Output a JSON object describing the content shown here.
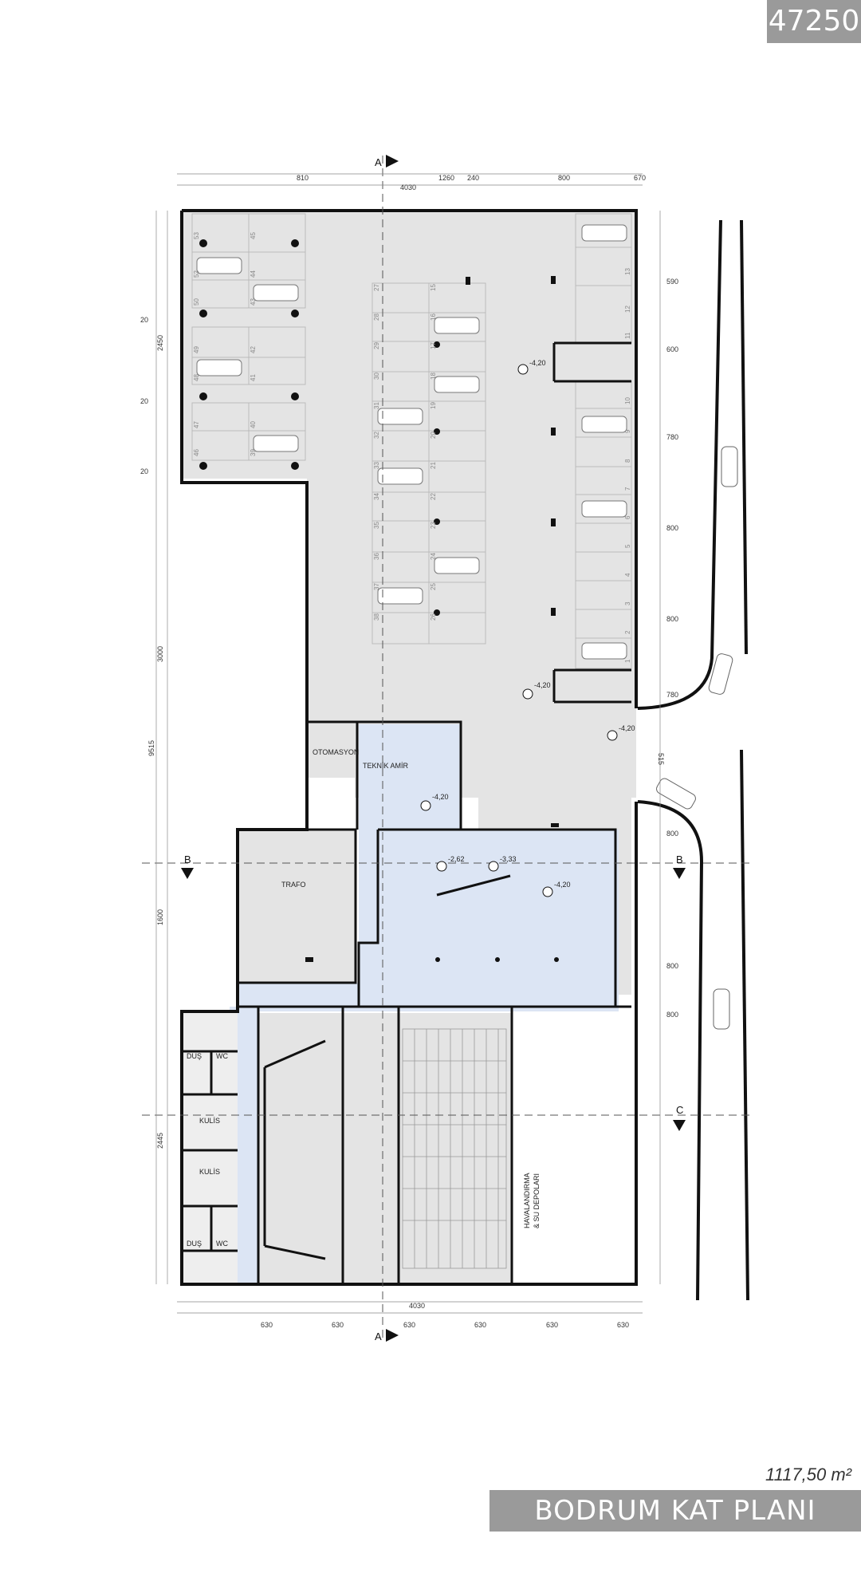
{
  "sheet_id": "47250",
  "title": "BODRUM KAT PLANI 1/200",
  "area": "1117,50 m²",
  "section_markers": {
    "a_top": "A",
    "a_bottom": "A",
    "b_left": "B",
    "b_right": "B",
    "c": "C"
  },
  "rooms": {
    "otomasyon": "OTOMASYON",
    "teknik_amir": "TEKNİK AMİR",
    "trafo": "TRAFO",
    "dus_top": "DUŞ",
    "wc_top": "WC",
    "kulis_1": "KULİS",
    "kulis_2": "KULİS",
    "dus_bottom": "DUŞ",
    "wc_bottom": "WC",
    "havalandirma_1": "HAVALANDIRMA",
    "havalandirma_2": "& SU DEPOLARI"
  },
  "levels": {
    "lvl1": "-4,20",
    "lvl2": "-4,20",
    "lvl3": "-4,20",
    "lvl4": "-4,20",
    "lvl5": "-2,62",
    "lvl6": "-3,33",
    "lvl7": "-4,20"
  },
  "dims_top": {
    "d1": "810",
    "d2": "1260",
    "d3": "240",
    "d4": "800",
    "d5": "670",
    "total": "4030"
  },
  "dims_bottom": {
    "total": "4030",
    "d1": "630",
    "d2": "630",
    "d3": "630",
    "d4": "630",
    "d5": "630",
    "d6": "630"
  },
  "dims_left": {
    "d1": "2450",
    "d2": "20",
    "d3": "20",
    "d4": "20",
    "d5": "3000",
    "d6": "9515",
    "d7": "1600",
    "d8": "2445"
  },
  "dims_right": {
    "d1": "590",
    "d2": "600",
    "d3": "780",
    "d4": "800",
    "d5": "800",
    "d6": "780",
    "d7": "515",
    "d8": "800",
    "d9": "800",
    "d10": "800"
  },
  "parking_left": {
    "p53": "53",
    "p45": "45",
    "p52": "52",
    "p44": "44",
    "p50": "50",
    "p43": "43",
    "p49": "49",
    "p42": "42",
    "p48": "48",
    "p41": "41",
    "p47": "47",
    "p40": "40",
    "p46": "46",
    "p39": "39"
  },
  "parking_middle": {
    "p27": "27",
    "p15": "15",
    "p28": "28",
    "p16": "16",
    "p29": "29",
    "p17": "17",
    "p30": "30",
    "p18": "18",
    "p31": "31",
    "p19": "19",
    "p32": "32",
    "p20": "20",
    "p33": "33",
    "p21": "21",
    "p34": "34",
    "p22": "22",
    "p35": "35",
    "p23": "23",
    "p36": "36",
    "p24": "24",
    "p37": "37",
    "p25": "25",
    "p38": "38",
    "p26": "26"
  },
  "parking_right": {
    "p13": "13",
    "p12": "12",
    "p11": "11",
    "p10": "10",
    "p9": "9",
    "p8": "8",
    "p7": "7",
    "p6": "6",
    "p5": "5",
    "p4": "4",
    "p3": "3",
    "p2": "2",
    "p1": "1"
  },
  "colors": {
    "floor": "#e4e4e4",
    "circulation": "#dce5f4",
    "wall": "#111111",
    "bar": "#9a9a9a"
  }
}
